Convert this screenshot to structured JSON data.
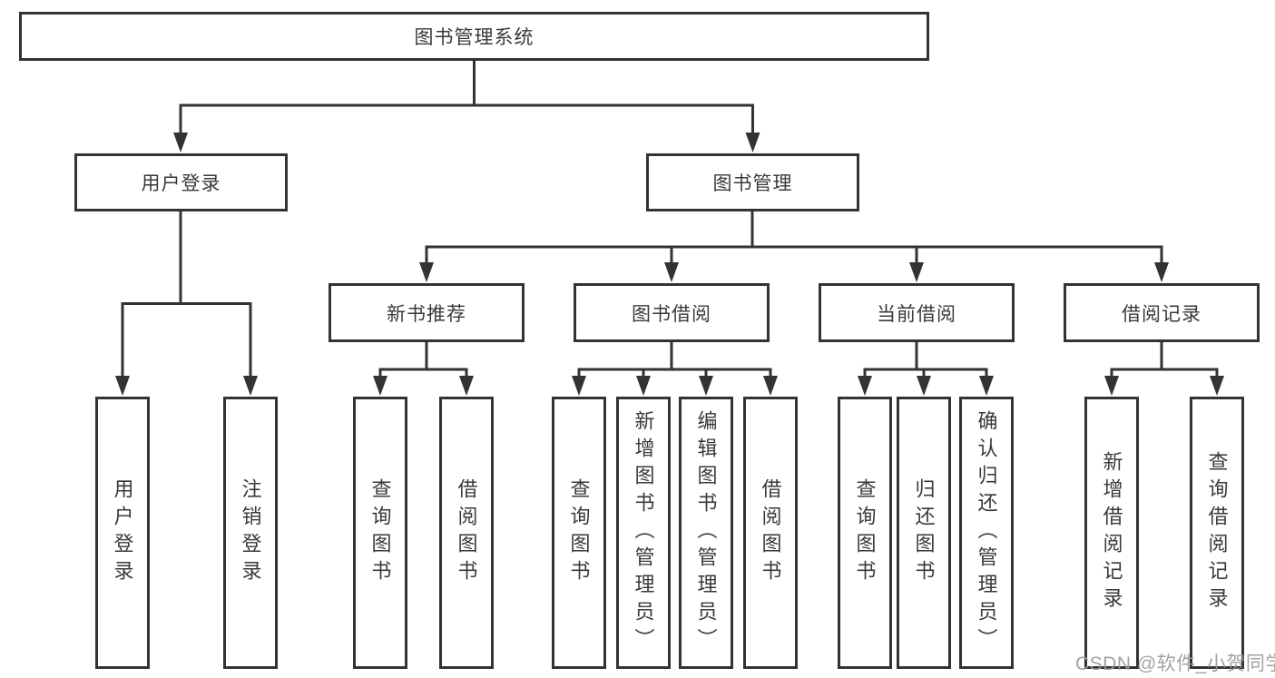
{
  "diagram": {
    "title_node": "图书管理系统",
    "level2": {
      "user_login": "用户登录",
      "book_mgmt": "图书管理"
    },
    "level3": {
      "new_books": "新书推荐",
      "book_borrow": "图书借阅",
      "current_borrow": "当前借阅",
      "borrow_records": "借阅记录"
    },
    "leaves": {
      "user_login": [
        "用户登录",
        "注销登录"
      ],
      "new_books": [
        "查询图书",
        "借阅图书"
      ],
      "book_borrow": [
        "查询图书",
        "新增图书（管理员）",
        "编辑图书（管理员）",
        "借阅图书"
      ],
      "current_borrow": [
        "查询图书",
        "归还图书",
        "确认归还（管理员）"
      ],
      "borrow_records": [
        "新增借阅记录",
        "查询借阅记录"
      ]
    },
    "colors": {
      "line": "#333333",
      "box_border": "#333333",
      "text": "#3a3a3a",
      "background": "#ffffff",
      "watermark": "#9b9b9b"
    }
  },
  "watermark": {
    "text": "CSDN @软件_小贺同学"
  }
}
